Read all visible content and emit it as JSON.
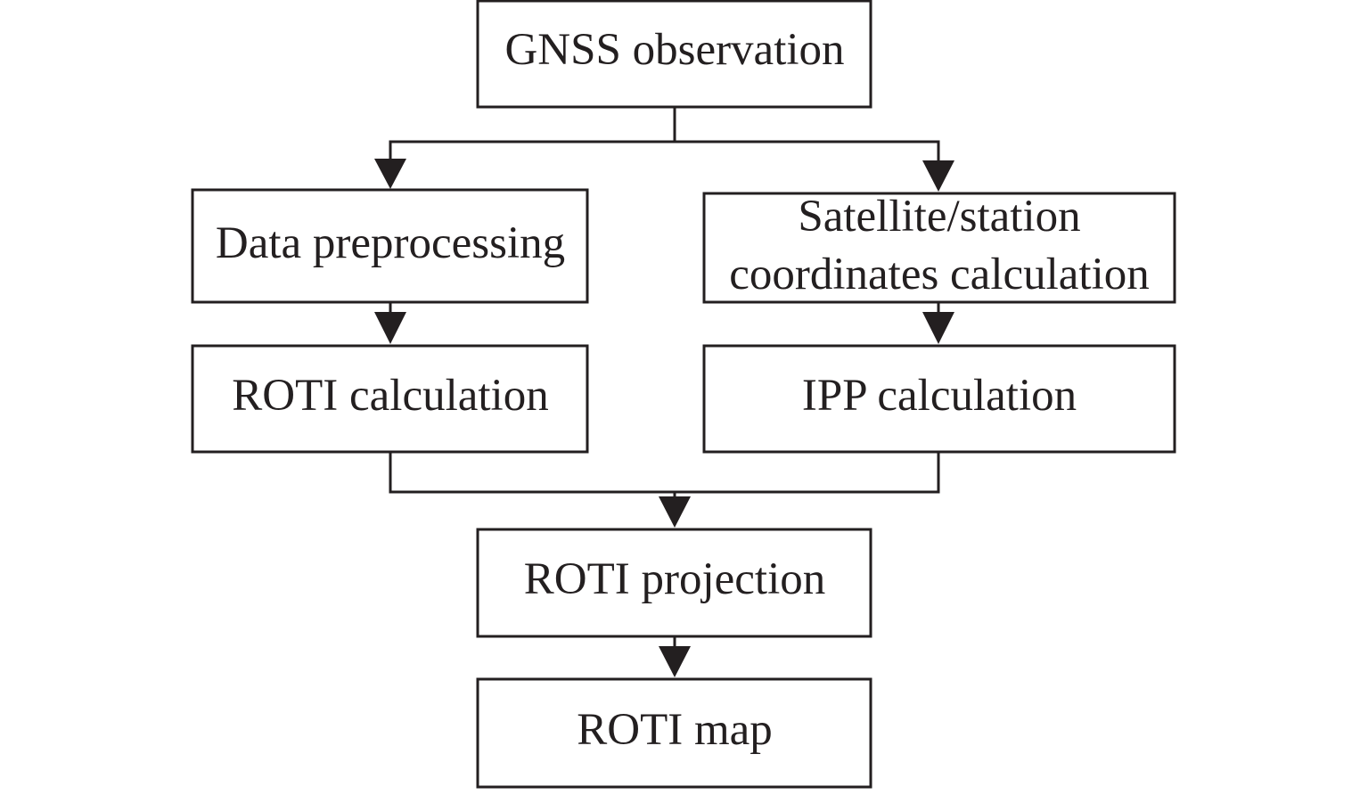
{
  "colors": {
    "ink": "#231f20",
    "background": "#ffffff"
  },
  "nodes": {
    "gnss_observation": "GNSS observation",
    "data_preprocessing": "Data preprocessing",
    "satellite_station_line1": "Satellite/station",
    "satellite_station_line2": "coordinates calculation",
    "roti_calculation": "ROTI calculation",
    "ipp_calculation": "IPP calculation",
    "roti_projection": "ROTI projection",
    "roti_map": "ROTI map"
  }
}
